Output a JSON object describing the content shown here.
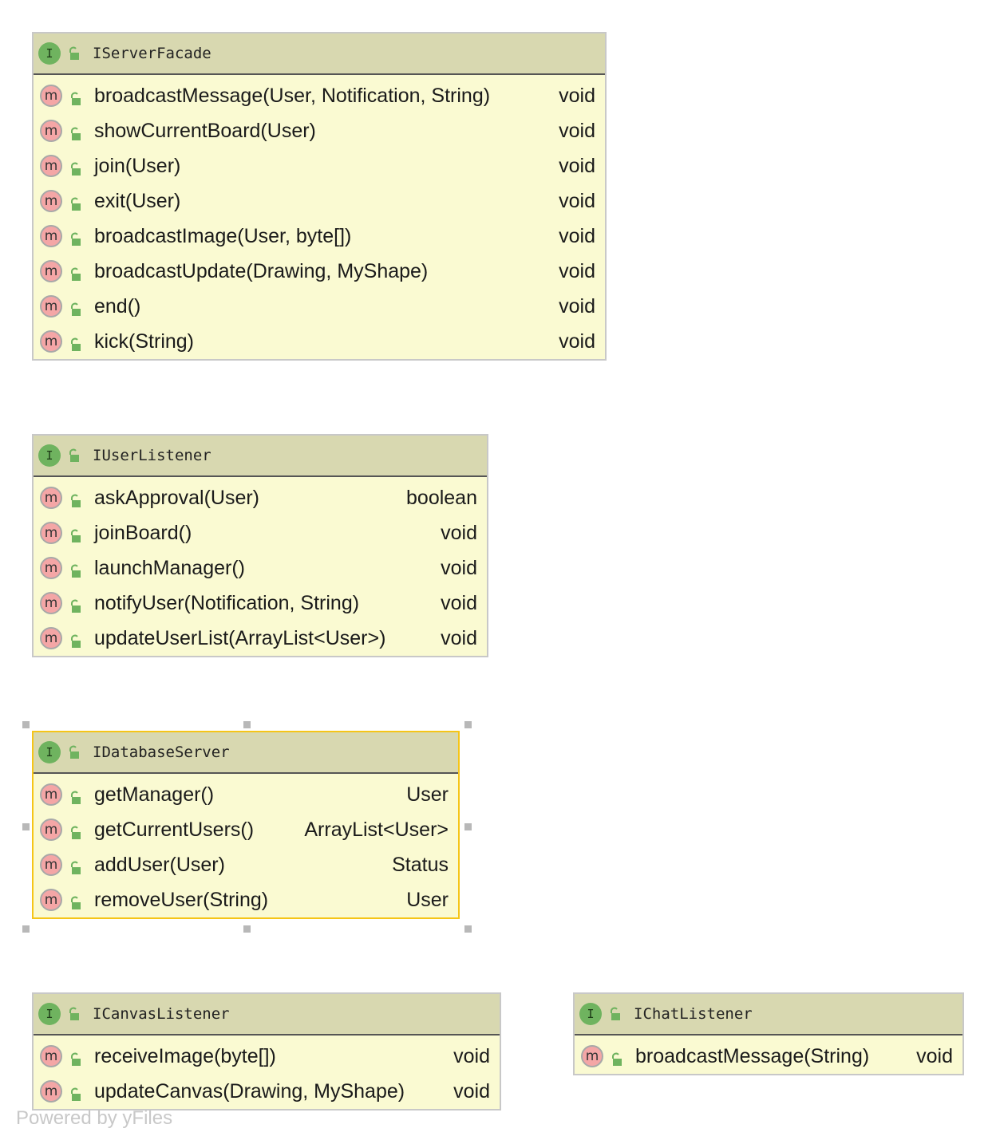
{
  "diagram": {
    "nodes": [
      {
        "id": "iserverfacade",
        "badge": "I",
        "title": "IServerFacade",
        "selected": false,
        "methods": [
          {
            "badge": "m",
            "signature": "broadcastMessage(User, Notification, String)",
            "returns": "void"
          },
          {
            "badge": "m",
            "signature": "showCurrentBoard(User)",
            "returns": "void"
          },
          {
            "badge": "m",
            "signature": "join(User)",
            "returns": "void"
          },
          {
            "badge": "m",
            "signature": "exit(User)",
            "returns": "void"
          },
          {
            "badge": "m",
            "signature": "broadcastImage(User, byte[])",
            "returns": "void"
          },
          {
            "badge": "m",
            "signature": "broadcastUpdate(Drawing, MyShape)",
            "returns": "void"
          },
          {
            "badge": "m",
            "signature": "end()",
            "returns": "void"
          },
          {
            "badge": "m",
            "signature": "kick(String)",
            "returns": "void"
          }
        ]
      },
      {
        "id": "iuserlistener",
        "badge": "I",
        "title": "IUserListener",
        "selected": false,
        "methods": [
          {
            "badge": "m",
            "signature": "askApproval(User)",
            "returns": "boolean"
          },
          {
            "badge": "m",
            "signature": "joinBoard()",
            "returns": "void"
          },
          {
            "badge": "m",
            "signature": "launchManager()",
            "returns": "void"
          },
          {
            "badge": "m",
            "signature": "notifyUser(Notification, String)",
            "returns": "void"
          },
          {
            "badge": "m",
            "signature": "updateUserList(ArrayList<User>)",
            "returns": "void"
          }
        ]
      },
      {
        "id": "idatabaseserver",
        "badge": "I",
        "title": "IDatabaseServer",
        "selected": true,
        "methods": [
          {
            "badge": "m",
            "signature": "getManager()",
            "returns": "User"
          },
          {
            "badge": "m",
            "signature": "getCurrentUsers()",
            "returns": "ArrayList<User>"
          },
          {
            "badge": "m",
            "signature": "addUser(User)",
            "returns": "Status"
          },
          {
            "badge": "m",
            "signature": "removeUser(String)",
            "returns": "User"
          }
        ]
      },
      {
        "id": "icanvaslistener",
        "badge": "I",
        "title": "ICanvasListener",
        "selected": false,
        "methods": [
          {
            "badge": "m",
            "signature": "receiveImage(byte[])",
            "returns": "void"
          },
          {
            "badge": "m",
            "signature": "updateCanvas(Drawing, MyShape)",
            "returns": "void"
          }
        ]
      },
      {
        "id": "ichatlistener",
        "badge": "I",
        "title": "IChatListener",
        "selected": false,
        "methods": [
          {
            "badge": "m",
            "signature": "broadcastMessage(String)",
            "returns": "void"
          }
        ]
      }
    ],
    "colors": {
      "header_bg": "#d8d8b0",
      "body_bg": "#fafad2",
      "border": "#c8c8c8",
      "selected_border": "#f5c518",
      "interface_badge": "#6fb35f",
      "method_badge": "#f4a6a6",
      "public_icon": "#6fb35f"
    },
    "watermark": "Powered by yFiles"
  }
}
